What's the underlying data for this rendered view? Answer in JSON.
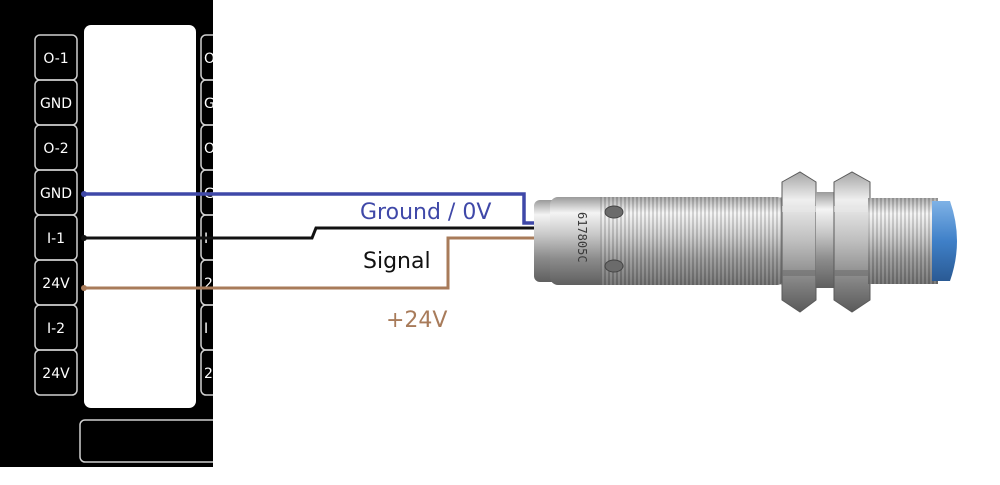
{
  "terminal_block": {
    "pins": [
      "O-1",
      "GND",
      "O-2",
      "GND",
      "I-1",
      "24V",
      "I-2",
      "24V"
    ],
    "second_column_pins": [
      "O",
      "G",
      "O",
      "G",
      "I",
      "2",
      "I",
      "2"
    ]
  },
  "wires": {
    "ground": {
      "label": "Ground / 0V",
      "color": "#3f48a8"
    },
    "signal": {
      "label": "Signal",
      "color": "#111111"
    },
    "power": {
      "label": "+24V",
      "color": "#a87b5a"
    }
  },
  "sensor": {
    "marking": "617805C",
    "tip_color": "#3f80c8"
  },
  "colors": {
    "panel": "#000000",
    "pin_border": "#cfcfcf"
  }
}
